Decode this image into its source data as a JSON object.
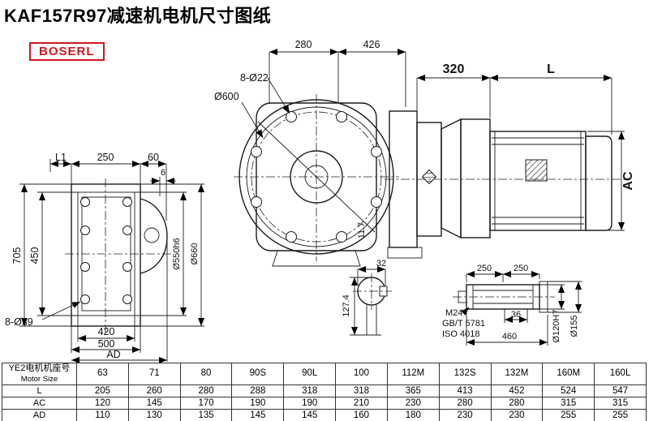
{
  "page": {
    "title": "KAF157R97减速机电机尺寸图纸",
    "brand": "BOSERL"
  },
  "dims": {
    "front": {
      "d280": "280",
      "d426": "426",
      "holes": "8-Ø22",
      "d600": "Ø600",
      "d117": "11.7"
    },
    "side": {
      "L1": "L1",
      "d250": "250",
      "d60": "60",
      "d6": "6",
      "d705": "705",
      "d450": "450",
      "holes": "8-Ø39",
      "d420": "420",
      "d500": "500",
      "AD": "AD",
      "d550": "Ø550h6",
      "d660": "Ø660"
    },
    "motor": {
      "d320": "320",
      "L": "L",
      "AC": "AC"
    },
    "section": {
      "d32": "32",
      "d1274": "127.4"
    },
    "shaft": {
      "d250a": "250",
      "d250b": "250",
      "M24": "M24",
      "gbt": "GB/T 5781",
      "iso": "ISO 4018",
      "d36": "36",
      "d460": "460",
      "d120": "Ø120H7",
      "d155": "Ø155"
    }
  },
  "table": {
    "header_cn": "YE2电机机座号",
    "header_en": "Motor Size",
    "sizes": [
      "63",
      "71",
      "80",
      "90S",
      "90L",
      "100",
      "112M",
      "132S",
      "132M",
      "160M",
      "160L"
    ],
    "rows": [
      {
        "label": "L",
        "values": [
          "205",
          "260",
          "280",
          "288",
          "318",
          "318",
          "365",
          "413",
          "452",
          "524",
          "547"
        ]
      },
      {
        "label": "AC",
        "values": [
          "120",
          "145",
          "170",
          "190",
          "190",
          "210",
          "230",
          "280",
          "280",
          "315",
          "315"
        ]
      },
      {
        "label": "AD",
        "values": [
          "110",
          "130",
          "135",
          "145",
          "145",
          "160",
          "180",
          "230",
          "230",
          "255",
          "255"
        ]
      }
    ]
  }
}
